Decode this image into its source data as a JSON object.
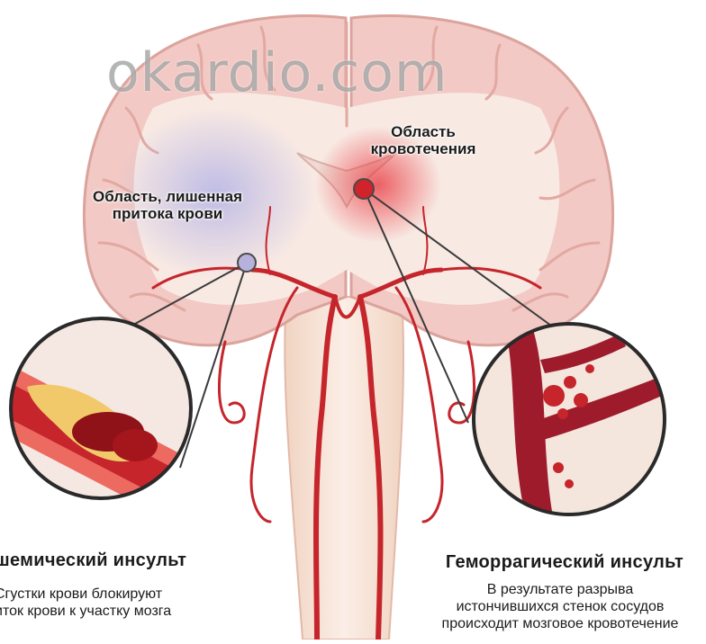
{
  "watermark": "okardio.com",
  "labels": {
    "ischemic_area_line1": "Область, лишенная",
    "ischemic_area_line2": "притока крови",
    "hemorrhage_area_line1": "Область",
    "hemorrhage_area_line2": "кровотечения"
  },
  "ischemic": {
    "title": "шемический инсульт",
    "desc_line1": "Сгустки крови блокируют",
    "desc_line2": "иток крови к участку мозга"
  },
  "hemorrhagic": {
    "title": "Геморрагический инсульт",
    "desc_line1": "В результате разрыва",
    "desc_line2": "истончившихся стенок сосудов",
    "desc_line3": "происходит мозговое кровотечение"
  },
  "colors": {
    "brain": "#f2c9c4",
    "brain_fold": "#e7a9a3",
    "white_matter": "#f7e6e0",
    "artery": "#c5252b",
    "blood": "#a4161c",
    "plaque": "#f2c96a",
    "outline": "#3a3a3a"
  }
}
